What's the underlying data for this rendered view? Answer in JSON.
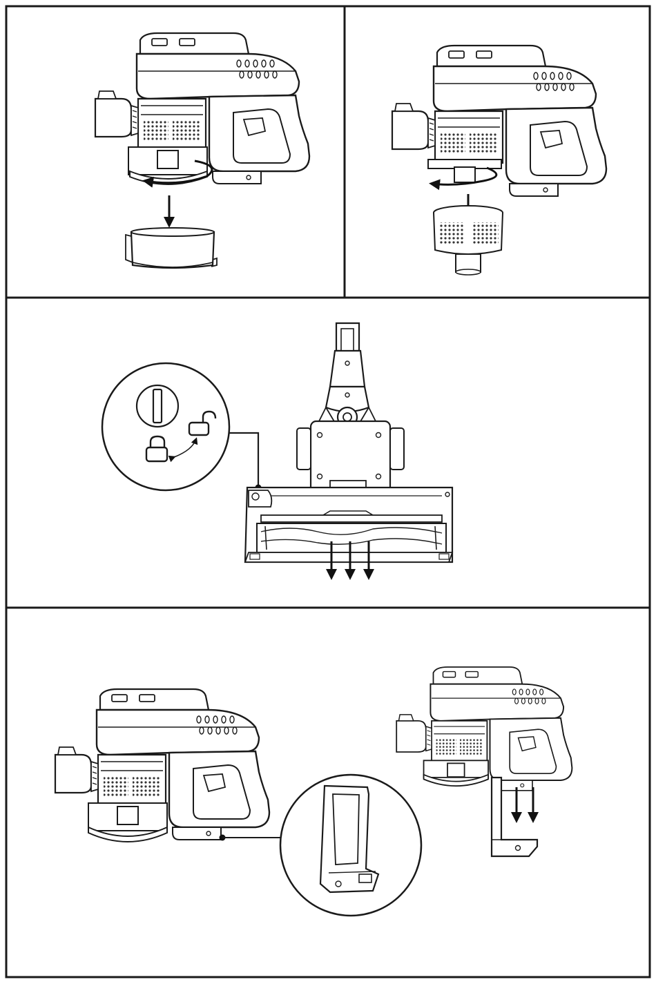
{
  "page": {
    "panels": [
      {
        "id": "empty-dust-bin",
        "step": "remove-dust-cup"
      },
      {
        "id": "remove-filter",
        "step": "remove-filter-assembly"
      },
      {
        "id": "remove-brushroll",
        "step": "unlock-and-remove-brushroll"
      },
      {
        "id": "remove-battery",
        "step": "slide-out-battery"
      }
    ],
    "icons": [
      "lock-icon",
      "unlock-icon",
      "rotate-arrow-icon",
      "down-arrow-icon"
    ],
    "colors": {
      "line": "#1a1a1a",
      "paper": "#ffffff",
      "mesh": "#333333"
    }
  }
}
